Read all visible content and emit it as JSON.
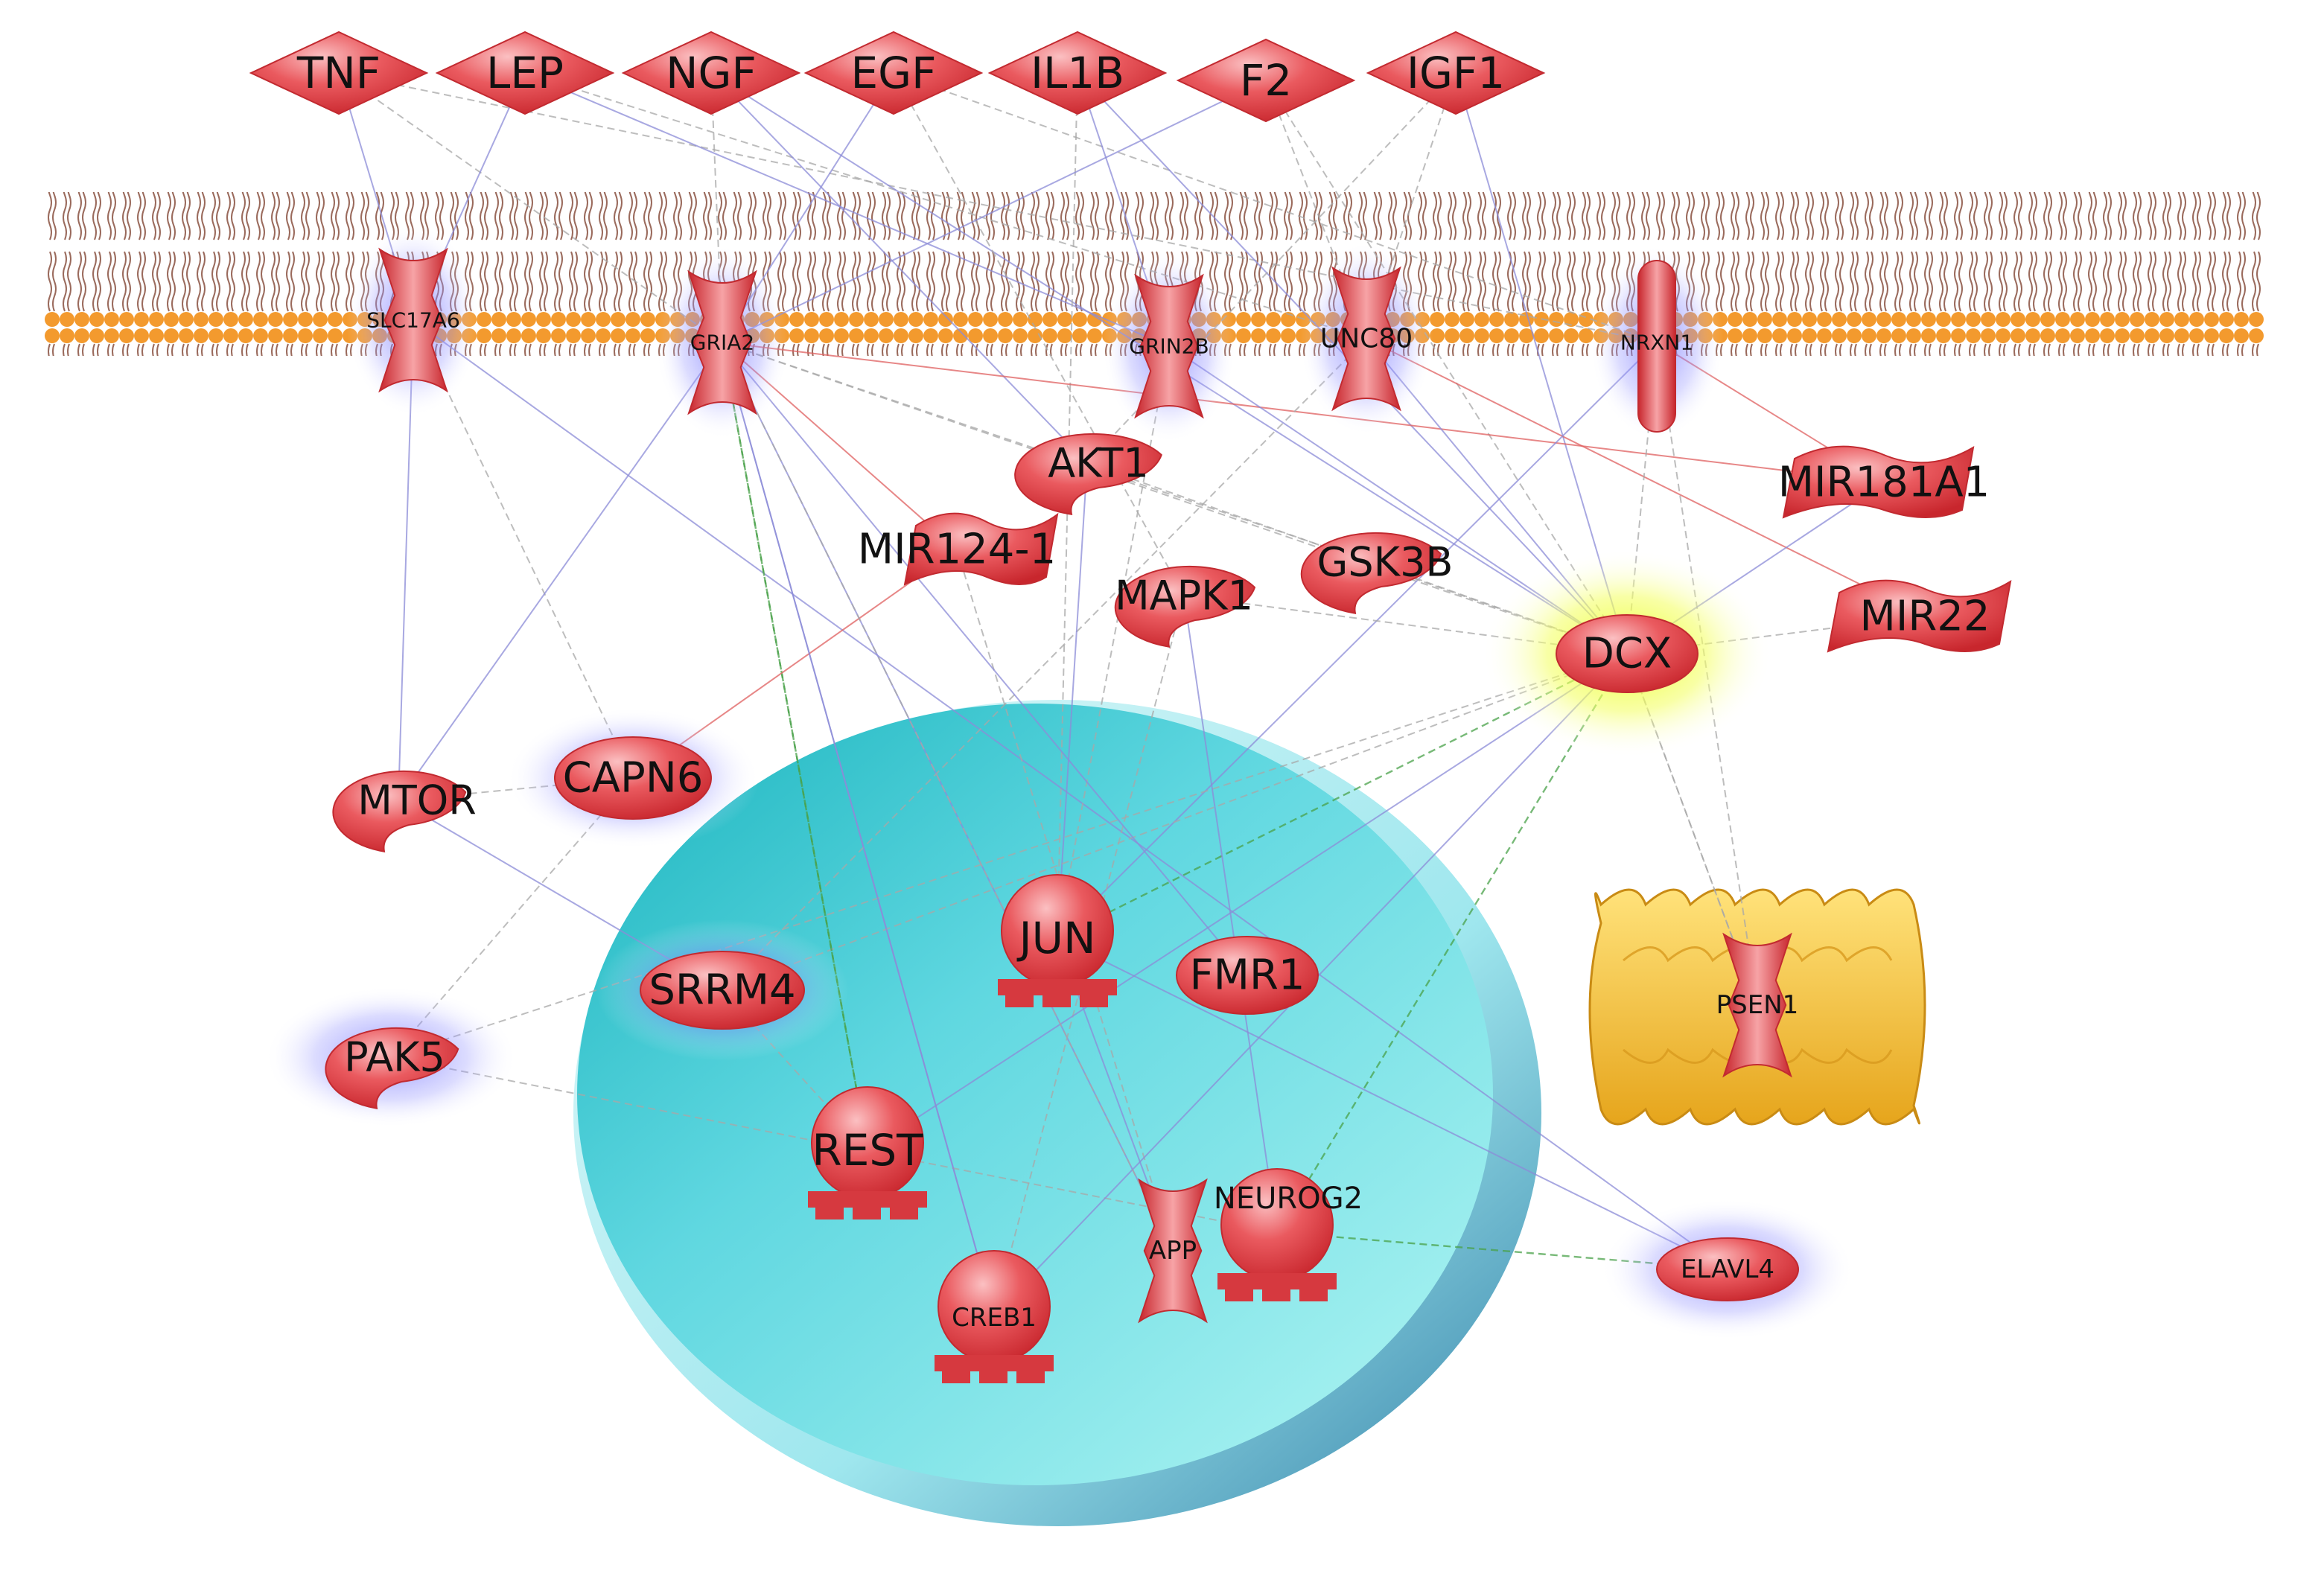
{
  "colors": {
    "node_fill": "#e8454a",
    "node_highlight": "#f7a3a6",
    "node_stroke": "#c22a30",
    "membrane_head": "#f39a2e",
    "membrane_tail": "#9a6a5c",
    "nucleus_light": "#a5f3f2",
    "nucleus_dark": "#2ab9c6",
    "nucleus_rim": "#3a8fb0",
    "er_fill": "#f7c53a",
    "halo_blue": "#7878ff",
    "halo_yellow": "#f0ff30",
    "edge_purple": "#8c8cd8",
    "edge_grey": "#a8a8a8",
    "edge_green": "#4aa24a",
    "edge_red": "#e06060"
  },
  "ligands": [
    {
      "id": "TNF",
      "label": "TNF"
    },
    {
      "id": "LEP",
      "label": "LEP"
    },
    {
      "id": "NGF",
      "label": "NGF"
    },
    {
      "id": "EGF",
      "label": "EGF"
    },
    {
      "id": "IL1B",
      "label": "IL1B"
    },
    {
      "id": "F2",
      "label": "F2"
    },
    {
      "id": "IGF1",
      "label": "IGF1"
    }
  ],
  "receptors": [
    {
      "id": "SLC17A6",
      "label": "SLC17A6"
    },
    {
      "id": "GRIA2",
      "label": "GRIA2"
    },
    {
      "id": "GRIN2B",
      "label": "GRIN2B"
    },
    {
      "id": "UNC80",
      "label": "UNC80"
    },
    {
      "id": "NRXN1",
      "label": "NRXN1"
    }
  ],
  "kinases": [
    {
      "id": "AKT1",
      "label": "AKT1"
    },
    {
      "id": "GSK3B",
      "label": "GSK3B"
    },
    {
      "id": "MAPK1",
      "label": "MAPK1"
    },
    {
      "id": "MTOR",
      "label": "MTOR"
    },
    {
      "id": "PAK5",
      "label": "PAK5"
    }
  ],
  "mirnas": [
    {
      "id": "MIR124-1",
      "label": "MIR124-1"
    },
    {
      "id": "MIR181A1",
      "label": "MIR181A1"
    },
    {
      "id": "MIR22",
      "label": "MIR22"
    }
  ],
  "proteins": [
    {
      "id": "DCX",
      "label": "DCX"
    },
    {
      "id": "CAPN6",
      "label": "CAPN6"
    },
    {
      "id": "SRRM4",
      "label": "SRRM4"
    },
    {
      "id": "FMR1",
      "label": "FMR1"
    },
    {
      "id": "ELAVL4",
      "label": "ELAVL4"
    }
  ],
  "transcription_factors": [
    {
      "id": "JUN",
      "label": "JUN"
    },
    {
      "id": "REST",
      "label": "REST"
    },
    {
      "id": "CREB1",
      "label": "CREB1"
    },
    {
      "id": "NEUROG2",
      "label": "NEUROG2"
    }
  ],
  "transmembrane_other": [
    {
      "id": "APP",
      "label": "APP"
    },
    {
      "id": "PSEN1",
      "label": "PSEN1"
    }
  ],
  "edges": [
    {
      "from": "TNF",
      "to": "SLC17A6",
      "kind": "purple"
    },
    {
      "from": "TNF",
      "to": "GRIA2",
      "kind": "grey"
    },
    {
      "from": "TNF",
      "to": "NRXN1",
      "kind": "grey"
    },
    {
      "from": "LEP",
      "to": "SLC17A6",
      "kind": "purple"
    },
    {
      "from": "LEP",
      "to": "GRIN2B",
      "kind": "purple"
    },
    {
      "from": "LEP",
      "to": "UNC80",
      "kind": "grey"
    },
    {
      "from": "NGF",
      "to": "GRIA2",
      "kind": "grey"
    },
    {
      "from": "NGF",
      "to": "DCX",
      "kind": "purple"
    },
    {
      "from": "NGF",
      "to": "AKT1",
      "kind": "purple"
    },
    {
      "from": "EGF",
      "to": "GRIA2",
      "kind": "purple"
    },
    {
      "from": "EGF",
      "to": "NRXN1",
      "kind": "grey"
    },
    {
      "from": "EGF",
      "to": "MAPK1",
      "kind": "grey"
    },
    {
      "from": "IL1B",
      "to": "GRIN2B",
      "kind": "purple"
    },
    {
      "from": "IL1B",
      "to": "DCX",
      "kind": "purple"
    },
    {
      "from": "IL1B",
      "to": "JUN",
      "kind": "grey"
    },
    {
      "from": "F2",
      "to": "UNC80",
      "kind": "grey"
    },
    {
      "from": "F2",
      "to": "DCX",
      "kind": "grey"
    },
    {
      "from": "F2",
      "to": "GRIA2",
      "kind": "purple"
    },
    {
      "from": "IGF1",
      "to": "DCX",
      "kind": "purple"
    },
    {
      "from": "IGF1",
      "to": "UNC80",
      "kind": "grey"
    },
    {
      "from": "IGF1",
      "to": "AKT1",
      "kind": "grey"
    },
    {
      "from": "SLC17A6",
      "to": "CAPN6",
      "kind": "grey"
    },
    {
      "from": "SLC17A6",
      "to": "ELAVL4",
      "kind": "purple"
    },
    {
      "from": "MTOR",
      "to": "SLC17A6",
      "kind": "purple"
    },
    {
      "from": "GRIA2",
      "to": "REST",
      "kind": "green"
    },
    {
      "from": "GRIA2",
      "to": "CREB1",
      "kind": "purple"
    },
    {
      "from": "GRIA2",
      "to": "MIR124-1",
      "kind": "red"
    },
    {
      "from": "GRIA2",
      "to": "DCX",
      "kind": "grey"
    },
    {
      "from": "GRIA2",
      "to": "MIR181A1",
      "kind": "red"
    },
    {
      "from": "GRIA2",
      "to": "APP",
      "kind": "purple"
    },
    {
      "from": "GRIA2",
      "to": "GSK3B",
      "kind": "grey"
    },
    {
      "from": "GRIA2",
      "to": "MTOR",
      "kind": "purple"
    },
    {
      "from": "GRIN2B",
      "to": "DCX",
      "kind": "purple"
    },
    {
      "from": "GRIN2B",
      "to": "JUN",
      "kind": "grey"
    },
    {
      "from": "UNC80",
      "to": "MIR22",
      "kind": "red"
    },
    {
      "from": "UNC80",
      "to": "DCX",
      "kind": "purple"
    },
    {
      "from": "UNC80",
      "to": "SRRM4",
      "kind": "grey"
    },
    {
      "from": "NRXN1",
      "to": "MIR181A1",
      "kind": "red"
    },
    {
      "from": "NRXN1",
      "to": "DCX",
      "kind": "grey"
    },
    {
      "from": "NRXN1",
      "to": "JUN",
      "kind": "purple"
    },
    {
      "from": "NRXN1",
      "to": "PSEN1",
      "kind": "grey"
    },
    {
      "from": "MIR181A1",
      "to": "DCX",
      "kind": "purple"
    },
    {
      "from": "MIR22",
      "to": "DCX",
      "kind": "grey"
    },
    {
      "from": "MIR124-1",
      "to": "CAPN6",
      "kind": "red"
    },
    {
      "from": "MIR124-1",
      "to": "APP",
      "kind": "grey"
    },
    {
      "from": "MAPK1",
      "to": "DCX",
      "kind": "grey"
    },
    {
      "from": "MAPK1",
      "to": "CREB1",
      "kind": "grey"
    },
    {
      "from": "AKT1",
      "to": "DCX",
      "kind": "grey"
    },
    {
      "from": "AKT1",
      "to": "JUN",
      "kind": "purple"
    },
    {
      "from": "GSK3B",
      "to": "DCX",
      "kind": "grey"
    },
    {
      "from": "MTOR",
      "to": "CAPN6",
      "kind": "grey"
    },
    {
      "from": "MTOR",
      "to": "SRRM4",
      "kind": "purple"
    },
    {
      "from": "CAPN6",
      "to": "PAK5",
      "kind": "grey"
    },
    {
      "from": "PAK5",
      "to": "NEUROG2",
      "kind": "grey"
    },
    {
      "from": "DCX",
      "to": "PAK5",
      "kind": "grey"
    },
    {
      "from": "DCX",
      "to": "SRRM4",
      "kind": "grey"
    },
    {
      "from": "DCX",
      "to": "JUN",
      "kind": "green"
    },
    {
      "from": "DCX",
      "to": "REST",
      "kind": "purple"
    },
    {
      "from": "DCX",
      "to": "NEUROG2",
      "kind": "green"
    },
    {
      "from": "DCX",
      "to": "CREB1",
      "kind": "purple"
    },
    {
      "from": "DCX",
      "to": "PSEN1",
      "kind": "grey"
    },
    {
      "from": "PSEN1",
      "to": "DCX",
      "kind": "grey"
    },
    {
      "from": "JUN",
      "to": "APP",
      "kind": "purple"
    },
    {
      "from": "JUN",
      "to": "ELAVL4",
      "kind": "purple"
    },
    {
      "from": "FMR1",
      "to": "GRIA2",
      "kind": "purple"
    },
    {
      "from": "SRRM4",
      "to": "REST",
      "kind": "grey"
    },
    {
      "from": "REST",
      "to": "GRIA2",
      "kind": "green"
    },
    {
      "from": "NEUROG2",
      "to": "ELAVL4",
      "kind": "green"
    },
    {
      "from": "APP",
      "to": "GRIA2",
      "kind": "grey"
    },
    {
      "from": "CREB1",
      "to": "GRIA2",
      "kind": "purple"
    },
    {
      "from": "MAPK1",
      "to": "NEUROG2",
      "kind": "purple"
    }
  ]
}
